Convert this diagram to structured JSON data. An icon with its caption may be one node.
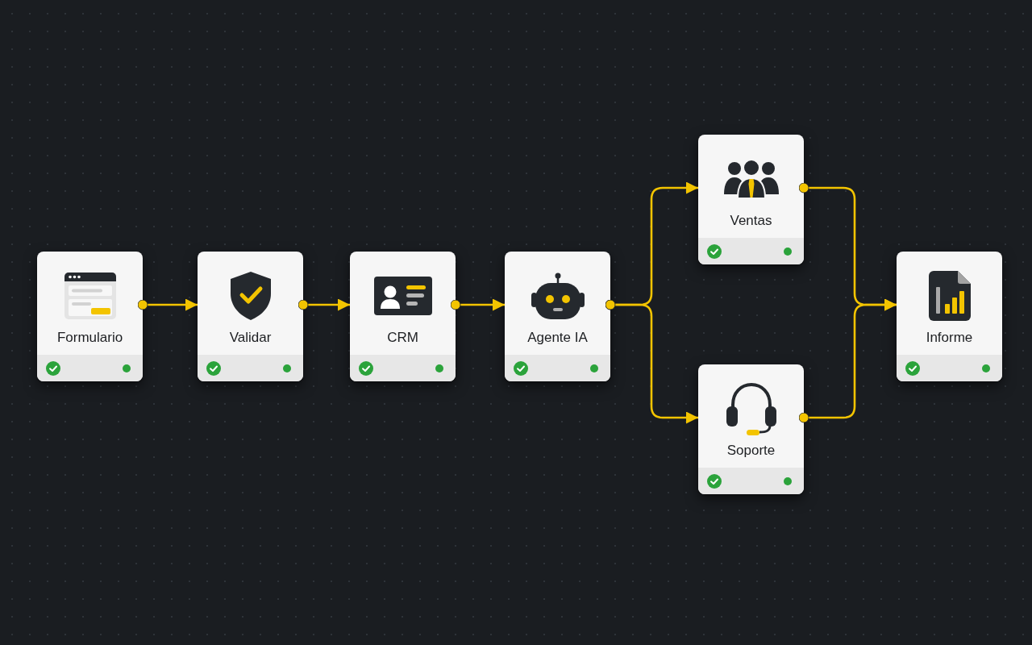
{
  "diagram": {
    "nodes": [
      {
        "text": [
          "Formulario"
        ]
      },
      {
        "text": [
          "Validar"
        ]
      },
      {
        "text": [
          "CRM"
        ]
      },
      {
        "text": [
          "Agente IA"
        ]
      },
      {
        "text": [
          "Ventas"
        ]
      },
      {
        "text": [
          "Soporte"
        ]
      },
      {
        "text": [
          "Informe"
        ]
      }
    ],
    "edges": [
      {
        "from": 0,
        "to": 1,
        "arrow": "to"
      },
      {
        "from": 1,
        "to": 2,
        "arrow": "to"
      },
      {
        "from": 2,
        "to": 3,
        "arrow": "to"
      },
      {
        "from": 3,
        "to": 4,
        "arrow": "to"
      },
      {
        "from": 3,
        "to": 5,
        "arrow": "to"
      },
      {
        "from": 4,
        "to": 6,
        "arrow": "to"
      },
      {
        "from": 5,
        "to": 6,
        "arrow": "to"
      }
    ]
  }
}
